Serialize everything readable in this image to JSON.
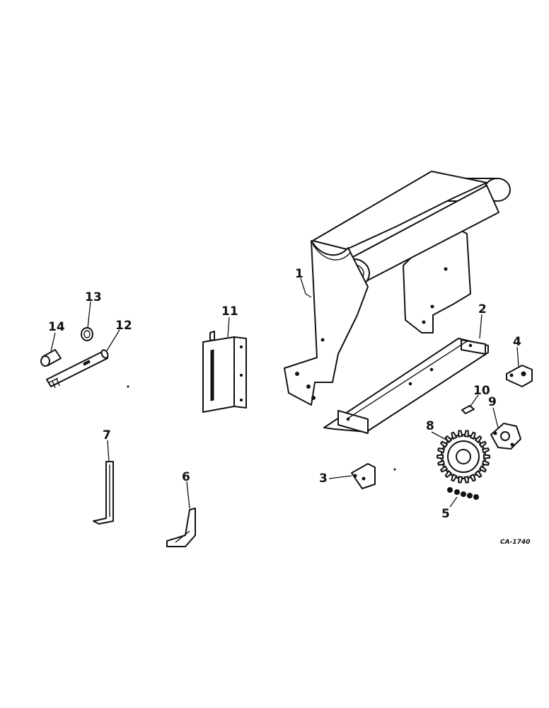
{
  "diagram": {
    "drawing_code": "CA-1740",
    "callouts": [
      {
        "id": "1",
        "label": "1"
      },
      {
        "id": "2",
        "label": "2"
      },
      {
        "id": "3",
        "label": "3"
      },
      {
        "id": "4",
        "label": "4"
      },
      {
        "id": "5",
        "label": "5"
      },
      {
        "id": "6",
        "label": "6"
      },
      {
        "id": "7",
        "label": "7"
      },
      {
        "id": "8",
        "label": "8"
      },
      {
        "id": "9",
        "label": "9"
      },
      {
        "id": "10",
        "label": "10"
      },
      {
        "id": "11",
        "label": "11"
      },
      {
        "id": "12",
        "label": "12"
      },
      {
        "id": "13",
        "label": "13"
      },
      {
        "id": "14",
        "label": "14"
      }
    ]
  }
}
